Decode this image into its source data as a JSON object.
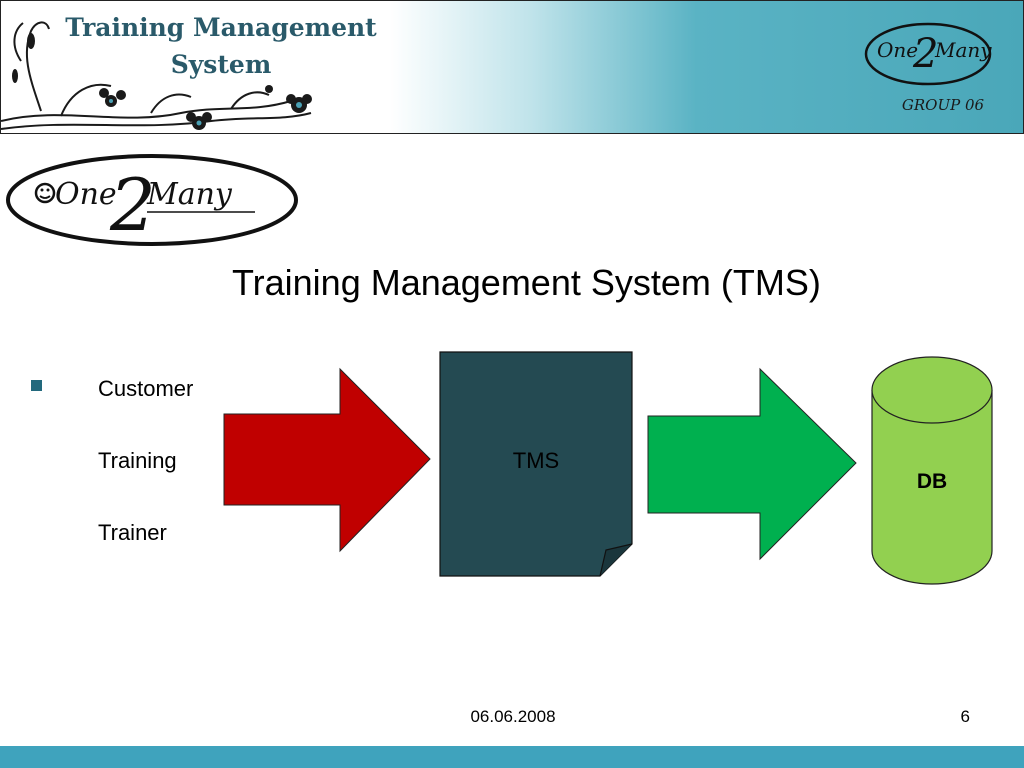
{
  "header": {
    "title_line1": "Training Management",
    "title_line2": "System",
    "logo_text_left": "One",
    "logo_text_right": "Many",
    "group_label": "GROUP 06"
  },
  "logo": {
    "text_left": "One",
    "text_right": "Many"
  },
  "slide": {
    "title": "Training Management System (TMS)",
    "bullets": [
      "Customer",
      "Training",
      "Trainer"
    ]
  },
  "diagram": {
    "tms_label": "TMS",
    "db_label": "DB",
    "colors": {
      "input_arrow": "#c00000",
      "tms_box": "#244a52",
      "output_arrow": "#00b04f",
      "database": "#92d050"
    }
  },
  "footer": {
    "date": "06.06.2008",
    "page_number": "6"
  },
  "theme": {
    "accent": "#3fa3bd",
    "header_title_color": "#2a5a6a"
  }
}
